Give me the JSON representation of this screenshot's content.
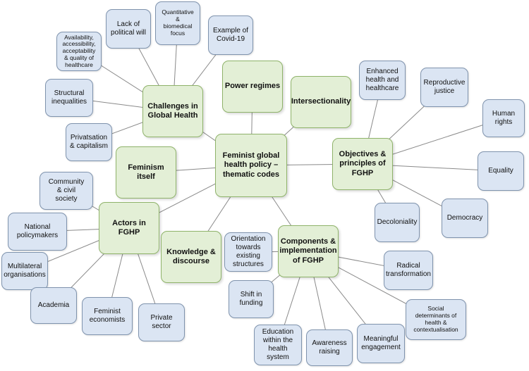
{
  "central": "Feminist global\nhealth policy –\nthematic codes",
  "themes": {
    "power": "Power regimes",
    "intersectionality": "Intersectionality",
    "challenges": "Challenges in\nGlobal Health",
    "feminism": "Feminism itself",
    "objectives": "Objectives &\nprinciples of\nFGHP",
    "actors": "Actors in FGHP",
    "knowledge": "Knowledge &\ndiscourse",
    "components": "Components &\nimplementation\nof FGHP"
  },
  "codes": {
    "lack_political_will": "Lack of\npolitical will",
    "quantitative": "Quantitative\n&\nbiomedical\nfocus",
    "covid": "Example of\nCovid-19",
    "availability": "Availability,\naccessibility,\nacceptability\n& quality of\nhealthcare",
    "structural": "Structural\ninequalities",
    "privatisation": "Privatsation\n& capitalism",
    "enhanced_health": "Enhanced\nhealth and\nhealthcare",
    "reproductive": "Reproductive\njustice",
    "human_rights": "Human\nrights",
    "equality": "Equality",
    "democracy": "Democracy",
    "decoloniality": "Decoloniality",
    "community": "Community\n& civil\nsociety",
    "national": "National\npolicymakers",
    "multilateral": "Multilateral\norganisations",
    "academia": "Academia",
    "feminist_economists": "Feminist\neconomists",
    "private_sector": "Private\nsector",
    "orientation": "Orientation\ntowards\nexisting\nstructures",
    "shift_funding": "Shift in\nfunding",
    "education": "Education\nwithin the\nhealth\nsystem",
    "awareness": "Awareness\nraising",
    "meaningful": "Meaningful\nengagement",
    "social_determinants": "Social\ndeterminants  of\nhealth  &\ncontextualisation",
    "radical": "Radical\ntransformation"
  },
  "colors": {
    "theme_fill": "#e3efd6",
    "theme_border": "#8fb36a",
    "code_fill": "#dbe5f3",
    "code_border": "#7f93ad",
    "connector": "#8a8a8a"
  }
}
